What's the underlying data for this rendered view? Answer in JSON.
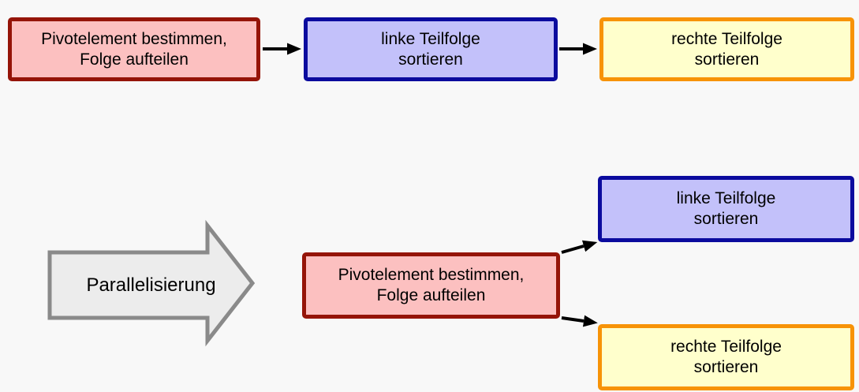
{
  "diagram": {
    "description_language": "de",
    "top_flow": {
      "pivot_box": {
        "line1": "Pivotelement bestimmen,",
        "line2": "Folge aufteilen"
      },
      "left_box": {
        "line1": "linke Teilfolge",
        "line2": "sortieren"
      },
      "right_box": {
        "line1": "rechte Teilfolge",
        "line2": "sortieren"
      }
    },
    "transform_arrow": {
      "label": "Parallelisierung"
    },
    "parallel_flow": {
      "pivot_box": {
        "line1": "Pivotelement bestimmen,",
        "line2": "Folge aufteilen"
      },
      "left_box": {
        "line1": "linke Teilfolge",
        "line2": "sortieren"
      },
      "right_box": {
        "line1": "rechte Teilfolge",
        "line2": "sortieren"
      }
    },
    "colors": {
      "background": "#F8F8F8",
      "pivot_fill": "#FCC0C0",
      "pivot_border": "#951408",
      "left_fill": "#C3C1FA",
      "left_border": "#0B0B9E",
      "right_fill": "#FFFFCC",
      "right_border": "#F79307",
      "transform_arrow_fill": "#ECECEC",
      "transform_arrow_border": "#8A8A8A",
      "connector": "#000000",
      "text": "#000000"
    }
  }
}
